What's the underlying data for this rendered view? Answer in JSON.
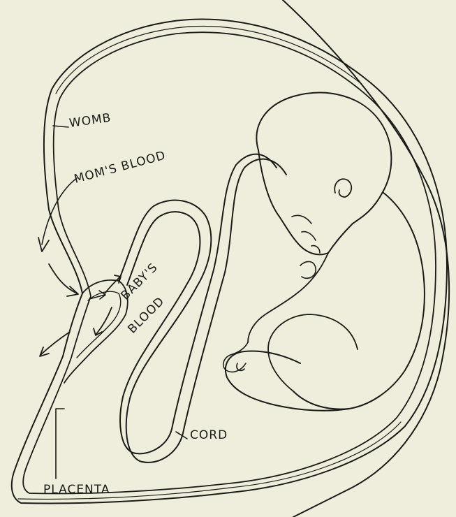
{
  "labels": {
    "womb": "WOMB",
    "moms_blood": "MOM'S BLOOD",
    "babys_blood_line1": "BABY'S",
    "babys_blood_line2": "BLOOD",
    "cord": "CORD",
    "placenta": "PLACENTA"
  },
  "colors": {
    "paper": "#efeedd",
    "ink": "#1b1b17"
  }
}
